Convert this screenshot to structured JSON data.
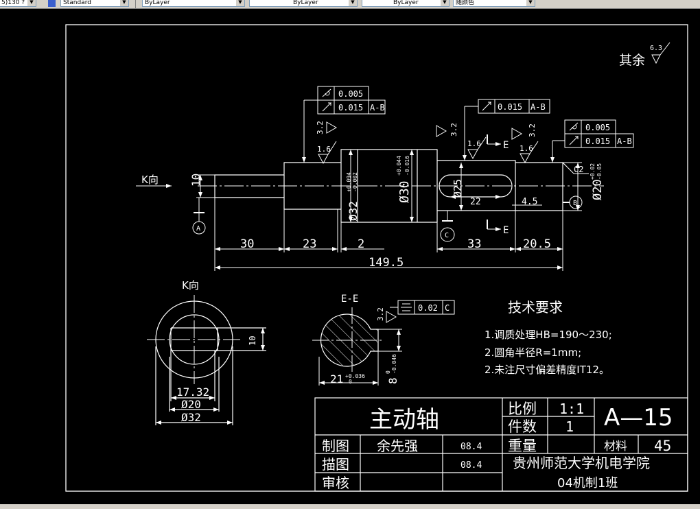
{
  "toolbar": {
    "textstyle_value": "Standard",
    "linetype_value": "ByLayer",
    "lineweight_value": "ByLayer",
    "layer_value": "ByLayer",
    "color_value": "随颜色",
    "left_fragment": "5)130 ?"
  },
  "drawing": {
    "roughness_rest_label": "其余",
    "roughness_rest_value": "6.3",
    "view_k_arrow_label": "K向",
    "view_k_title": "K向",
    "section_title": "E-E",
    "section_mark_top": "E",
    "section_mark_bottom": "E",
    "datum_a": "A",
    "datum_b": "B",
    "datum_c": "C",
    "chamfer": "C2",
    "tolerances": {
      "left_runout": "0.005",
      "left_circ_runout": "0.015",
      "left_datum": "A-B",
      "mid_runout": "0.015",
      "mid_datum": "A-B",
      "right_runout": "0.005",
      "right_circ_runout": "0.015",
      "right_datum": "A-B",
      "keyway_sym": "0.02",
      "keyway_datum": "C"
    },
    "roughness": {
      "r1": "3.2",
      "r2": "1.6",
      "r3": "3.2",
      "r4": "1.6",
      "r5": "3.2",
      "r6": "1.6",
      "r7": "3.2"
    },
    "dims": {
      "d10": "10",
      "d32": "Ø32",
      "d32_upper": "+0.094",
      "d32_lower": "-0.002",
      "d30": "Ø30",
      "d30_upper": "+0.044",
      "d30_lower": "-0.016",
      "d25": "Ø25",
      "d20": "Ø20",
      "d20_upper": "+0.02",
      "d20_lower": "-0.05",
      "key_len": "22",
      "key_offset": "4.5",
      "len_30": "30",
      "len_23": "23",
      "len_2": "2",
      "len_33": "33",
      "len_205": "20.5",
      "len_total": "149.5",
      "kv_10": "10",
      "kv_1732": "17.32",
      "kv_d20": "Ø20",
      "kv_d32": "Ø32",
      "ee_21": "21",
      "ee_21_tol": "+0.036",
      "ee_21_tol2": "0",
      "ee_8": "8",
      "ee_8_upper": "0",
      "ee_8_lower": "-0.046"
    },
    "tech_title": "技术要求",
    "tech_notes": [
      "1.调质处理HB=190～230;",
      "2.圆角半径R=1mm;",
      "2.未注尺寸偏差精度IT12。"
    ]
  },
  "title_block": {
    "part_name": "主动轴",
    "scale_label": "比例",
    "scale_value": "1:1",
    "qty_label": "件数",
    "qty_value": "1",
    "drawing_no": "A—15",
    "weight_label": "重量",
    "material_label": "材料",
    "material_value": "45",
    "draw_label": "制图",
    "draw_name": "余先强",
    "draw_date": "08.4",
    "trace_label": "描图",
    "trace_date": "08.4",
    "check_label": "审核",
    "school": "贵州师范大学机电学院",
    "class": "04机制1班"
  }
}
